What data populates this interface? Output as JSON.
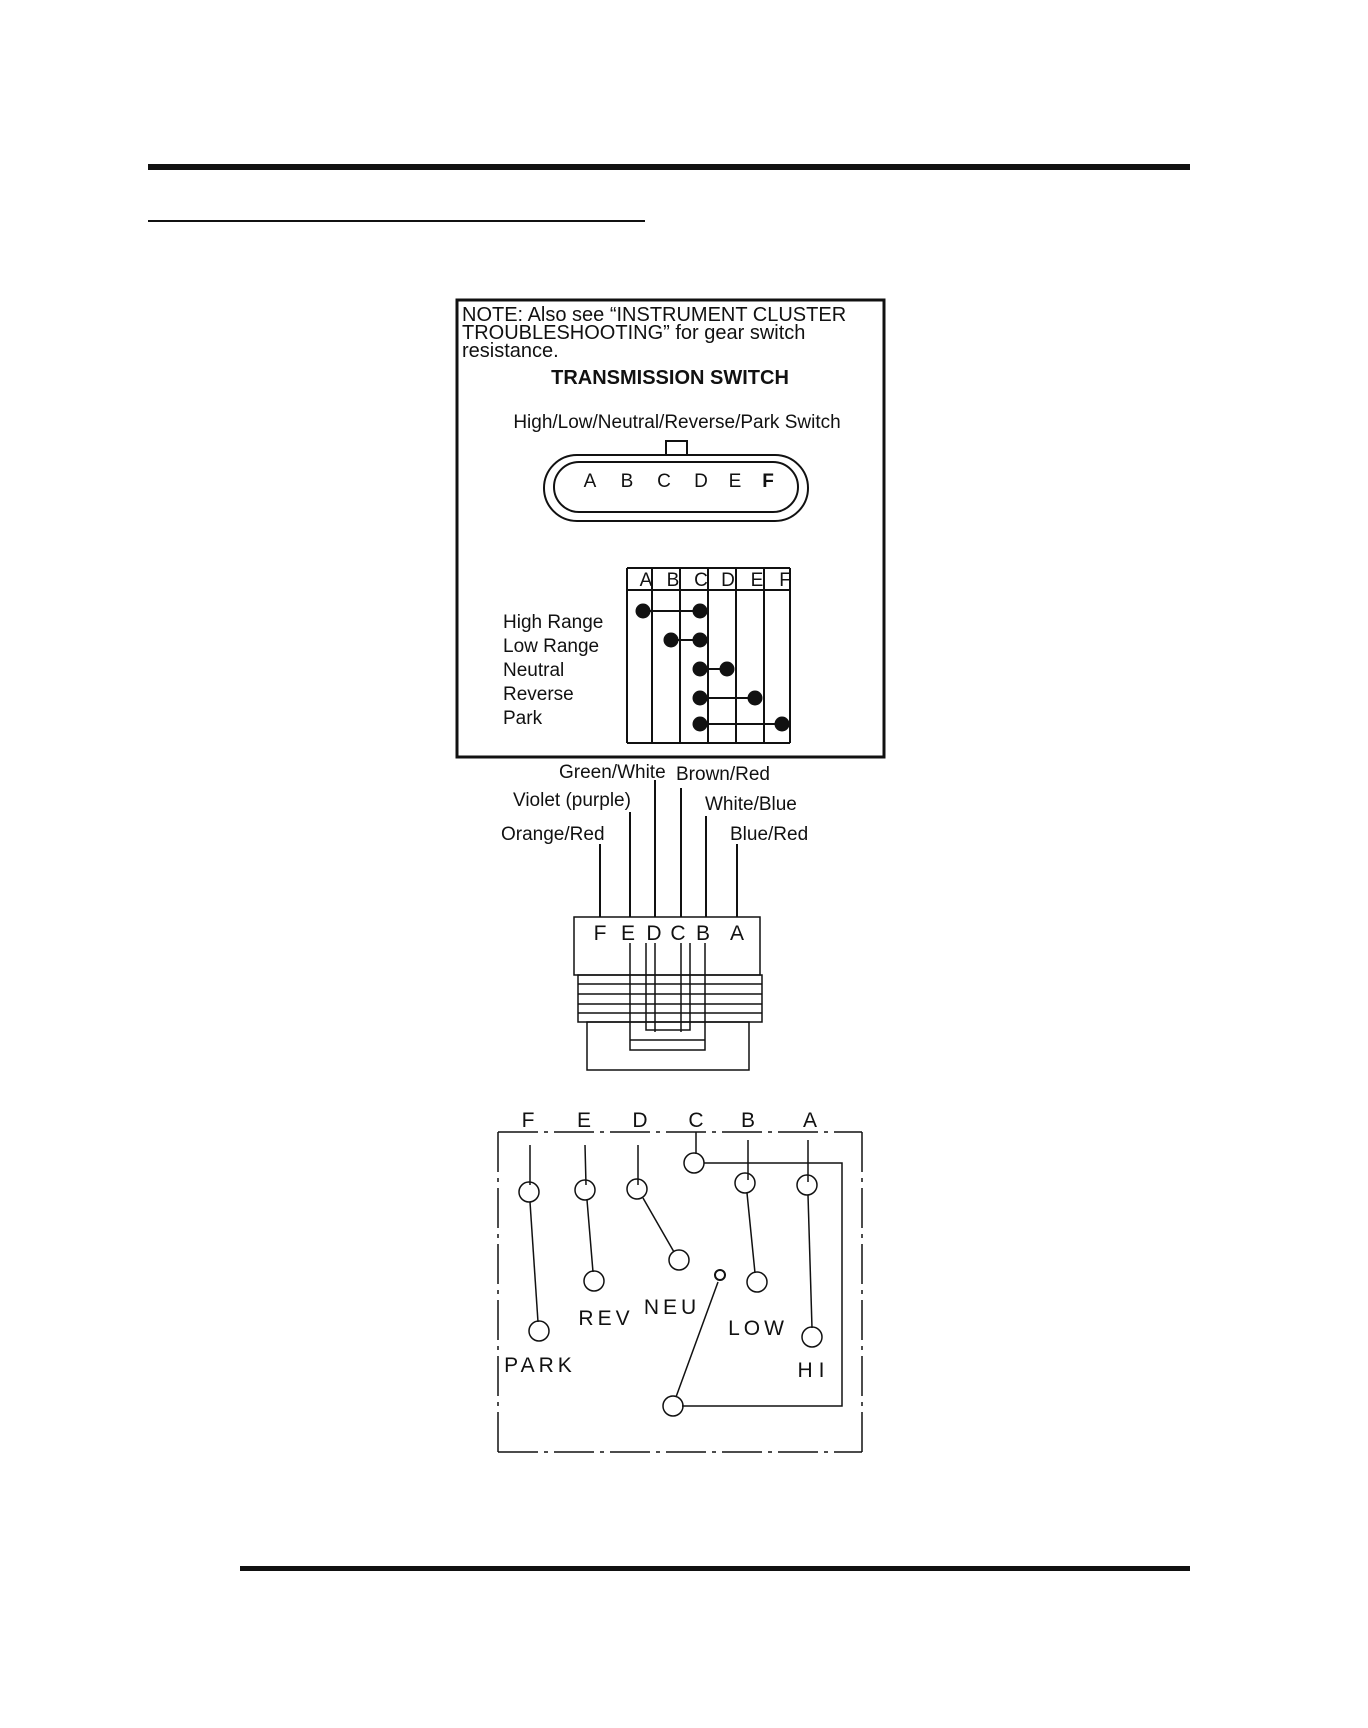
{
  "note": {
    "lines": [
      "NOTE:  Also see “INSTRUMENT CLUSTER",
      "TROUBLESHOOTING” for gear switch",
      "resistance."
    ]
  },
  "switch": {
    "title": "TRANSMISSION SWITCH",
    "subtitle": "High/Low/Neutral/Reverse/Park Switch",
    "connector_pins": [
      "A",
      "B",
      "C",
      "D",
      "E",
      "F"
    ]
  },
  "continuity": {
    "columns": [
      "A",
      "B",
      "C",
      "D",
      "E",
      "F"
    ],
    "rows": [
      {
        "label": "High  Range",
        "pins": [
          "A",
          "C"
        ]
      },
      {
        "label": "Low  Range",
        "pins": [
          "B",
          "C"
        ]
      },
      {
        "label": "Neutral",
        "pins": [
          "C",
          "D"
        ]
      },
      {
        "label": "Reverse",
        "pins": [
          "C",
          "E"
        ]
      },
      {
        "label": "Park",
        "pins": [
          "C",
          "F"
        ]
      }
    ]
  },
  "wires": [
    {
      "color": "Green/White",
      "pin": "D"
    },
    {
      "color": "Brown/Red",
      "pin": "C"
    },
    {
      "color": "Violet (purple)",
      "pin": "E"
    },
    {
      "color": "White/Blue",
      "pin": "B"
    },
    {
      "color": "Orange/Red",
      "pin": "F"
    },
    {
      "color": "Blue/Red",
      "pin": "A"
    }
  ],
  "plug_pins": [
    "F",
    "E",
    "D",
    "C",
    "B",
    "A"
  ],
  "schematic": {
    "pin_labels": [
      "F",
      "E",
      "D",
      "C",
      "B",
      "A"
    ],
    "positions": [
      "PARK",
      "REV",
      "NEU",
      "LOW",
      "HI"
    ]
  }
}
